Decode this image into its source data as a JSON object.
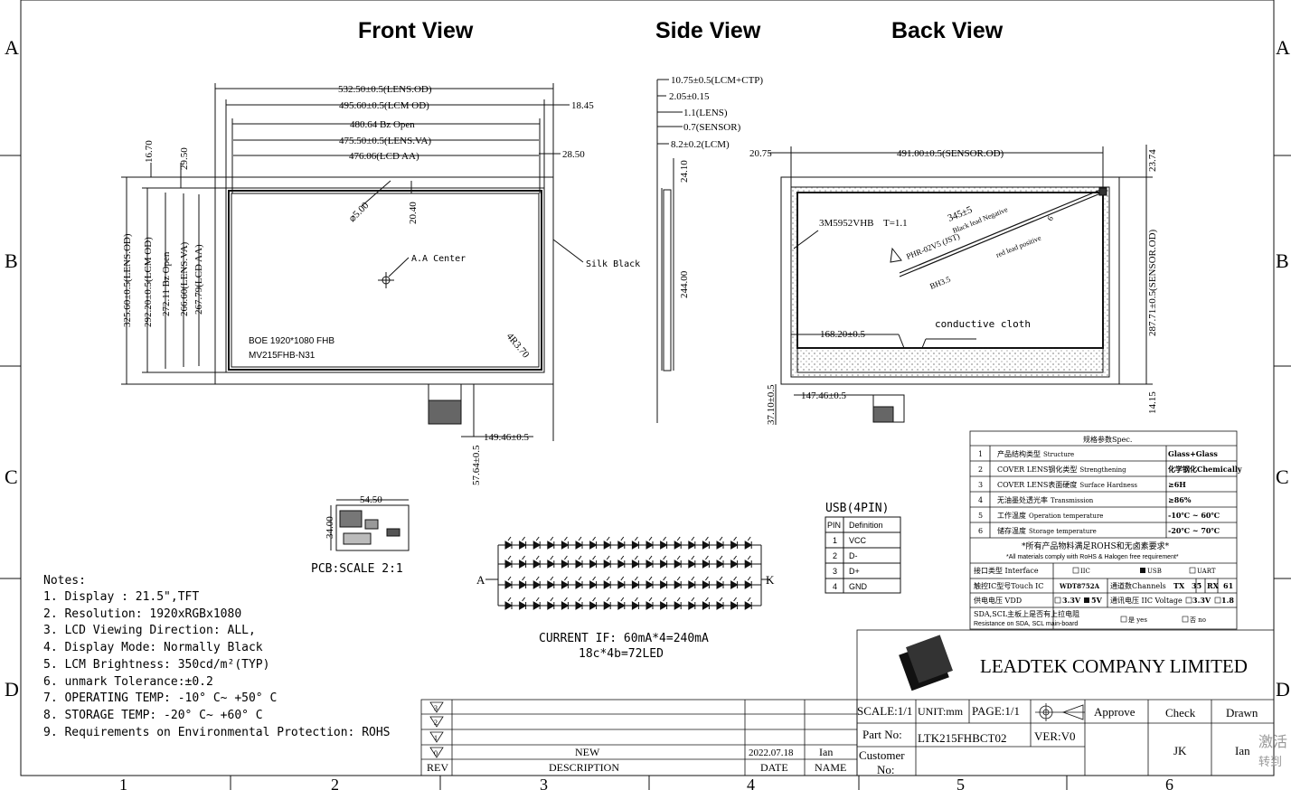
{
  "views": {
    "front": "Front View",
    "side": "Side View",
    "back": "Back View"
  },
  "frame": {
    "rows": [
      "A",
      "B",
      "C",
      "D"
    ],
    "cols": [
      "1",
      "2",
      "3",
      "4",
      "5",
      "6"
    ]
  },
  "front": {
    "dims_h": [
      "532.50±0.5(LENS.OD)",
      "495.60±0.5(LCM OD)",
      "480.64 Bz Open",
      "475.50±0.5(LENS.VA)",
      "476.06(LCD AA)"
    ],
    "dim_18": "18.45",
    "dim_28": "28.50",
    "dims_v": [
      "325.60±0.5(LENS.OD)",
      "292.20±0.5(LCM OD)",
      "272.11 Bz Open",
      "266.60(LENS.VA)",
      "267.79(LCD AA)"
    ],
    "dim_1670": "16.70",
    "dim_2950": "29.50",
    "hole": "⌀5.00",
    "d2040": "20.40",
    "aa_center": "A.A Center",
    "silk": "Silk Black",
    "boe": "BOE 1920*1080 FHB",
    "mv": "MV215FHB-N31",
    "r": "4R3.70",
    "d149": "149.46±0.5",
    "d57": "57.64±0.5"
  },
  "side": {
    "dims": [
      "10.75±0.5(LCM+CTP)",
      "2.05±0.15",
      "1.1(LENS)",
      "0.7(SENSOR)",
      "8.2±0.2(LCM)"
    ],
    "d2410": "24.10",
    "d244": "244.00"
  },
  "back": {
    "d2075": "20.75",
    "d491": "491.00±0.5(SENSOR.OD)",
    "d2374": "23.74",
    "tape": "3M5952VHB",
    "t": "T=1.1",
    "phr": "PHR-02V5 (JST)",
    "d345": "345±5",
    "bln": "Black lead Negative",
    "rlp": "red lead positive",
    "bh": "BH3.5",
    "d6": "6",
    "d168": "168.20±0.5",
    "cloth": "conductive cloth",
    "d287": "287.71±0.5(SENSOR.OD)",
    "d1415": "14.15",
    "d147": "147.46±0.5",
    "d3710": "37.10±0.5"
  },
  "pcb": {
    "w": "54.50",
    "h": "34.00",
    "label": "PCB:SCALE 2:1"
  },
  "led": {
    "a": "A",
    "k": "K",
    "current": "CURRENT IF: 60mA*4=240mA",
    "count": "18c*4b=72LED"
  },
  "usb": {
    "title": "USB(4PIN)",
    "head": [
      "PIN",
      "Definition"
    ],
    "rows": [
      [
        "1",
        "VCC"
      ],
      [
        "2",
        "D-"
      ],
      [
        "3",
        "D+"
      ],
      [
        "4",
        "GND"
      ]
    ]
  },
  "notes": {
    "title": "Notes:",
    "items": [
      "1. Display : 21.5\",TFT",
      "2. Resolution: 1920xRGBx1080",
      "3. LCD Viewing Direction: ALL,",
      "4. Display Mode: Normally Black",
      "5. LCM Brightness: 350cd/m²(TYP)",
      "6. unmark Tolerance:±0.2",
      "7. OPERATING TEMP: -10° C~ +50° C",
      "8. STORAGE TEMP: -20° C~ +60° C",
      "9. Requirements on Environmental Protection: ROHS"
    ]
  },
  "spec": {
    "title": "规格参数Spec.",
    "rows": [
      [
        "1",
        "产品结构类型",
        "Structure",
        "Glass+Glass"
      ],
      [
        "2",
        "COVER LENS钢化类型",
        "Strengthening",
        "化学钢化Chemically"
      ],
      [
        "3",
        "COVER LENS表面硬度",
        "Surface Hardness",
        "≥6H"
      ],
      [
        "4",
        "无油墨处透光率",
        "Transmission",
        "≥86%"
      ],
      [
        "5",
        "工作温度",
        "Operation temperature",
        "-10℃ ~ 60℃"
      ],
      [
        "6",
        "储存温度",
        "Storage temperature",
        "-20℃ ~ 70℃"
      ]
    ],
    "rohs_cn": "*所有产品物料满足ROHS和无卤素要求*",
    "rohs_en": "*All materials comply with RoHS & Halogen free requirement*",
    "iface_label": "接口类型 Interface",
    "iface": [
      "IIC",
      "USB",
      "UART"
    ],
    "ic_label": "触控IC型号Touch IC",
    "ic": "WDT8752A",
    "ch_label": "通道数Channels",
    "tx": "TX",
    "tx_n": "35",
    "rx": "RX",
    "rx_n": "61",
    "vdd_label": "供电电压 VDD",
    "vdd": [
      "3.3V",
      "5V"
    ],
    "iicv_label": "通讯电压 IIC Voltage",
    "iicv": [
      "3.3V",
      "1.8"
    ],
    "pull_label": "SDA,SCL主板上是否有上拉电阻",
    "pull_en": "Resistance on SDA, SCL main-board",
    "yes": "是 yes",
    "no": "否 no"
  },
  "title_block": {
    "company": "LEADTEK COMPANY LIMITED",
    "scale": "SCALE:1/1",
    "unit": "UNIT:mm",
    "page": "PAGE:1/1",
    "approve": "Approve",
    "check": "Check",
    "drawn": "Drawn",
    "part_label": "Part No:",
    "part": "LTK215FHBCT02",
    "ver": "VER:V0",
    "customer": "Customer",
    "no": "No:",
    "checker": "JK",
    "drawer": "Ian"
  },
  "rev": {
    "new": "NEW",
    "desc": "DESCRIPTION",
    "date": "2022.07.18",
    "date_h": "DATE",
    "name": "Ian",
    "name_h": "NAME",
    "rev_h": "REV",
    "r0": "0",
    "r1": "1",
    "r2": "2",
    "r3": "3"
  },
  "watermark": [
    "激活",
    "转到"
  ]
}
